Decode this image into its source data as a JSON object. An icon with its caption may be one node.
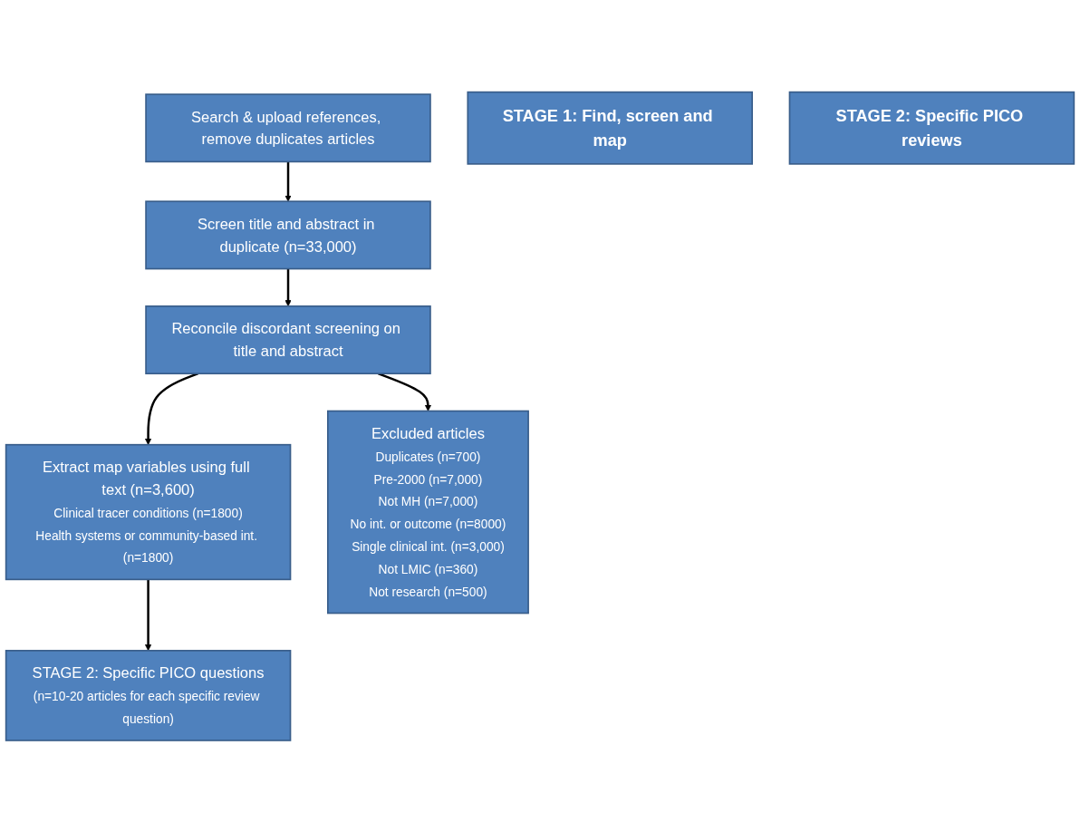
{
  "diagram": {
    "nodes": [
      {
        "text": [
          "Search & upload references, remove duplicates articles"
        ]
      },
      {
        "text": [
          "Screen title and abstract in duplicate (n=33,000)"
        ]
      },
      {
        "text": [
          "Reconcile discordant screening on title and abstract"
        ]
      },
      {
        "text": [
          "Extract map variables using full text (n=3,600)",
          "Clinical tracer conditions (n=1800)",
          "Health systems or community-based int. (n=1800)"
        ]
      },
      {
        "text": [
          "Excluded articles",
          "Duplicates (n=700)",
          "Pre-2000 (n=7,000)",
          "Not MH (n=7,000)",
          "No int. or outcome (n=8000)",
          "Single clinical int. (n=3,000)",
          "Not LMIC (n=360)",
          "Not research (n=500)"
        ]
      },
      {
        "text": [
          "STAGE 2: Specific PICO questions",
          "(n=10-20 articles for each specific review question)"
        ]
      },
      {
        "text": [
          "STAGE 1: Find, screen and map"
        ]
      },
      {
        "text": [
          "STAGE 2: Specific PICO reviews"
        ]
      }
    ],
    "edges": [
      {
        "from": 0,
        "to": 1,
        "arrow": "to"
      },
      {
        "from": 1,
        "to": 2,
        "arrow": "to"
      },
      {
        "from": 2,
        "to": 3,
        "arrow": "to"
      },
      {
        "from": 2,
        "to": 4,
        "arrow": "to"
      },
      {
        "from": 3,
        "to": 5,
        "arrow": "to"
      }
    ]
  }
}
